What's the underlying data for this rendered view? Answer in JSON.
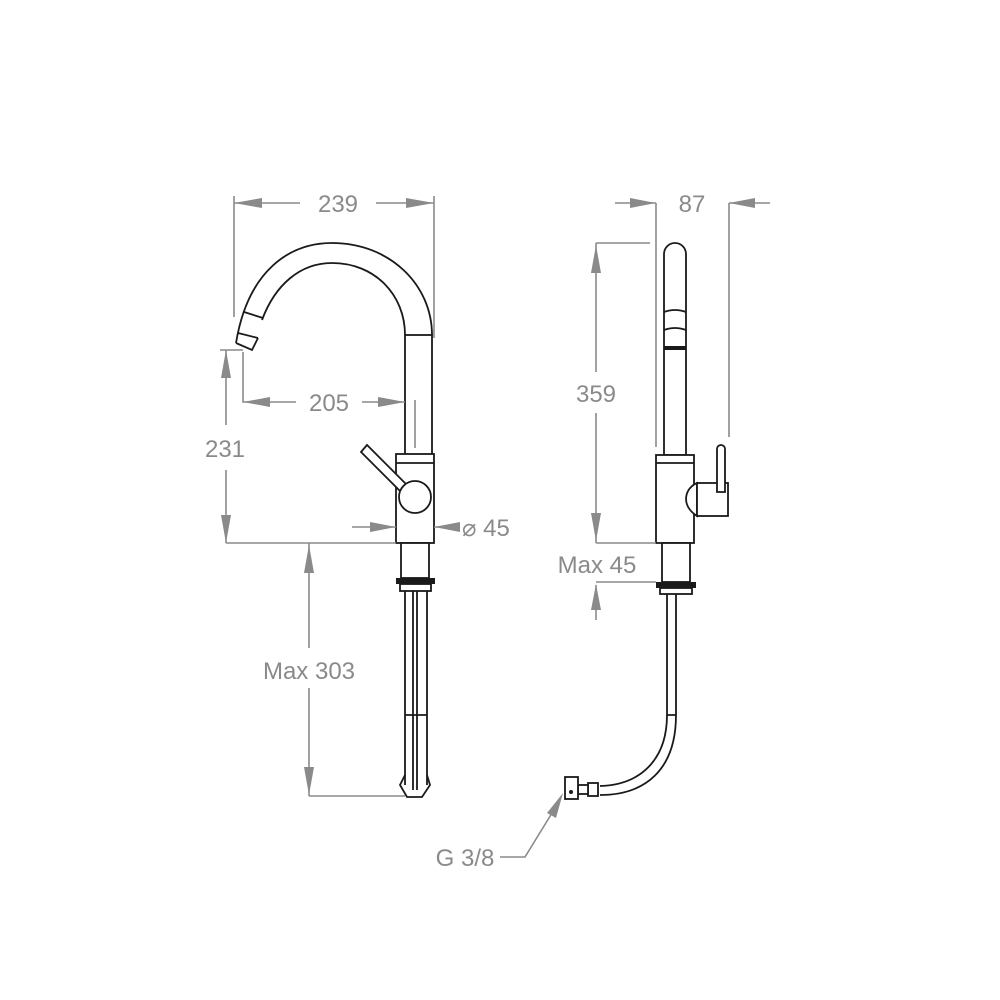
{
  "drawing": {
    "front_view": {
      "width_label": "239",
      "reach_label": "205",
      "spout_height_label": "231",
      "body_diameter_label": "⌀ 45",
      "shank_length_label": "Max 303"
    },
    "side_view": {
      "depth_label": "87",
      "height_label": "359",
      "deck_thickness_label": "Max 45",
      "connection_label": "G 3/8"
    },
    "colors": {
      "dimension": "#8a8a8a",
      "outline": "#1a1a1a"
    }
  }
}
